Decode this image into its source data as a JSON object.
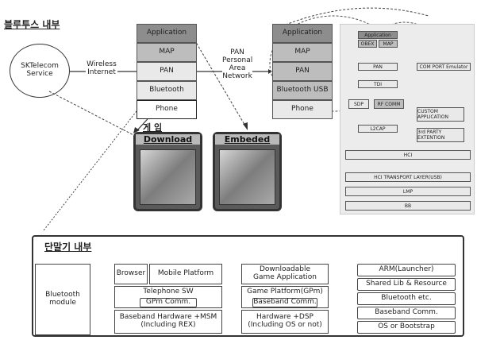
{
  "top_left": {
    "title": "블루투스 내부",
    "circle_line1": "SKTelecom",
    "circle_line2": "Service",
    "wireless": "Wireless Internet"
  },
  "phone_stack": [
    "Application",
    "MAP",
    "PAN",
    "Bluetooth",
    "Phone"
  ],
  "pan_label": "PAN Personal Area Network",
  "bt_stack": [
    "Application",
    "MAP",
    "PAN",
    "Bluetooth USB",
    "Phone"
  ],
  "game": {
    "title": "게 임",
    "download": "Download",
    "embeded": "Embeded"
  },
  "protocol_stack": {
    "application": "Application",
    "obex": "OBEX",
    "map": "MAP",
    "pan": "PAN",
    "tdi": "TDI",
    "com_port": "COM PORT Emulator",
    "sdp": "SDP",
    "rfcomm": "RF COMM",
    "custom_app": "CUSTOM APPLICATION",
    "l2cap": "L2CAP",
    "third_party": "3rd PARTY EXTENTION",
    "hci": "HCI",
    "hci_transport": "HCI TRANSPORT LAYER(USB)",
    "lmp": "LMP",
    "bb": "BB"
  },
  "bottom": {
    "title": "단말기 내부",
    "module": "Bluetooth module",
    "browser": "Browser",
    "mobile_platform": "Mobile Platform",
    "telephone_sw": "Telephone SW",
    "gpm_comm": "GPm Comm.",
    "baseband_hw": "Baseband Hardware +MSM",
    "including_rex": "(Including REX)",
    "dl_game_1": "Downloadable",
    "dl_game_2": "Game Application",
    "game_platform": "Game Platform(GPm)",
    "baseband_comm_mid": "Baseband Comm.",
    "hardware_dsp": "Hardware +DSP",
    "including_os": "(Including OS or not)",
    "right": [
      "ARM(Launcher)",
      "Shared Lib & Resource",
      "Bluetooth etc.",
      "Baseband Comm.",
      "OS or Bootstrap"
    ]
  }
}
